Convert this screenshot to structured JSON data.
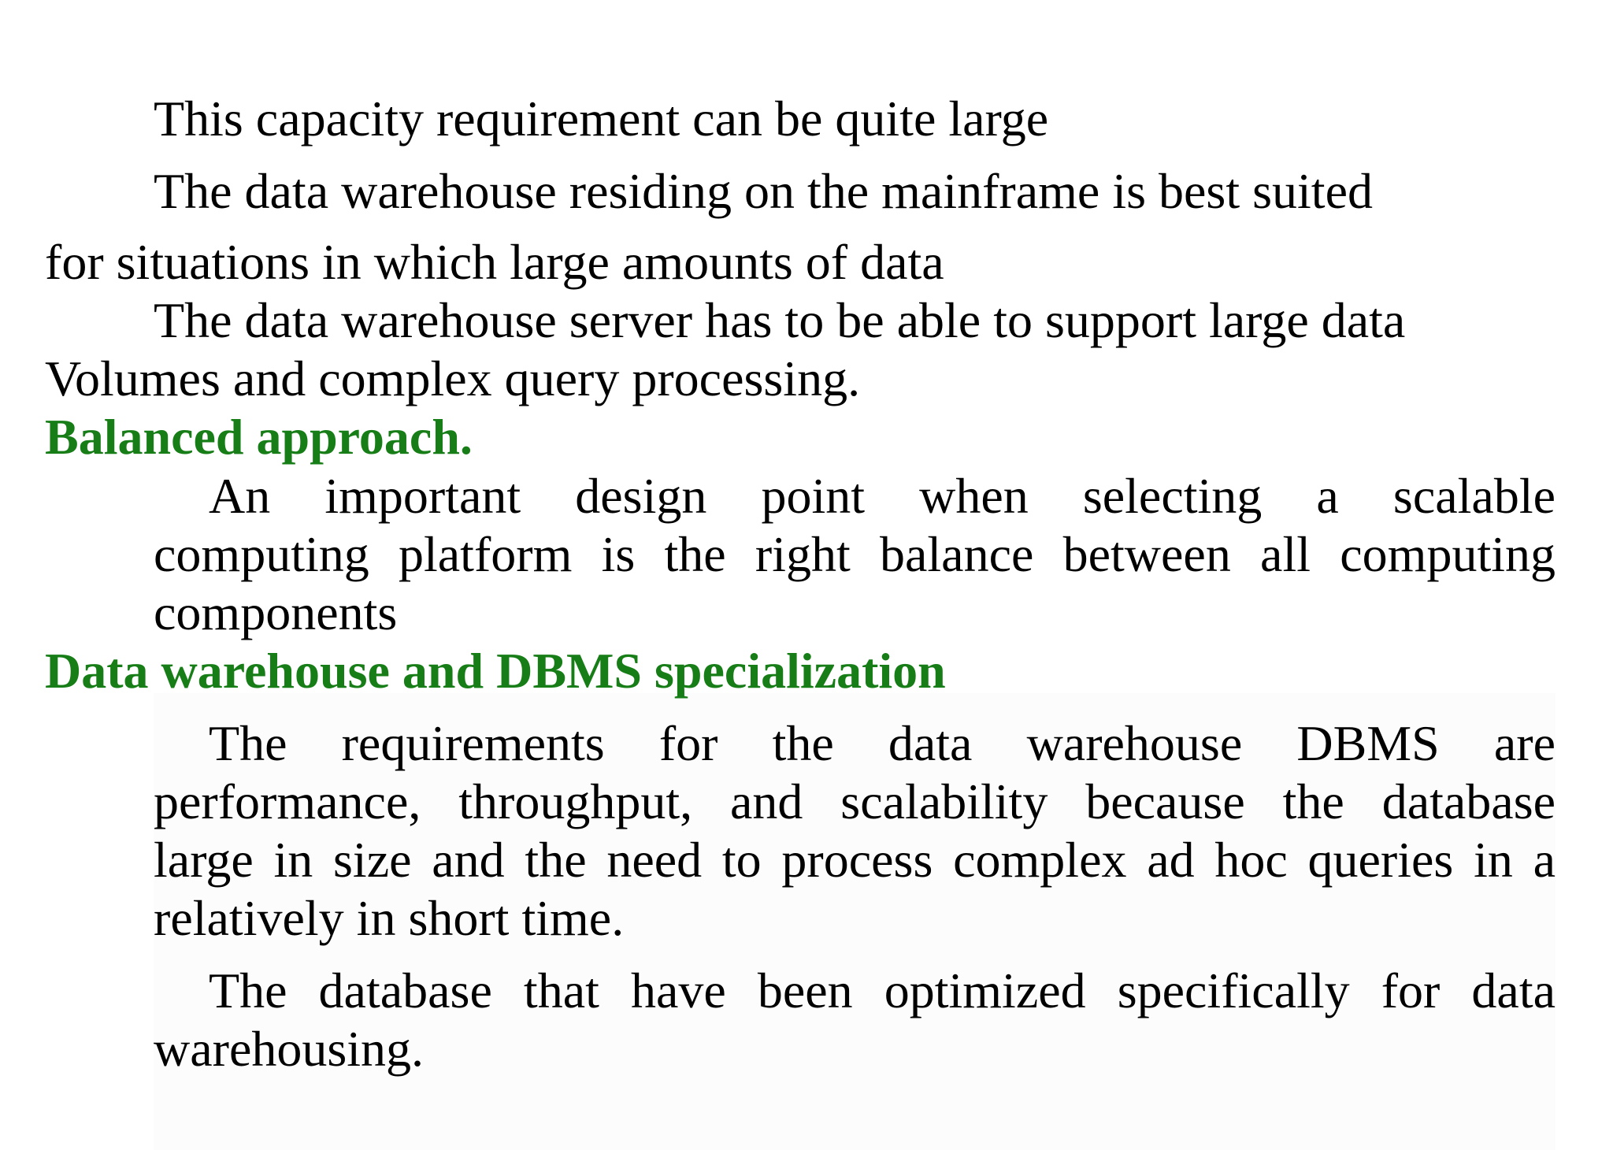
{
  "document": {
    "lines": [
      "This capacity requirement can be quite large",
      "The data warehouse residing on the mainframe is best suited",
      "for situations in which large amounts of data",
      "The data warehouse server has to be able to support large data",
      "Volumes and complex query processing."
    ],
    "heading1": "Balanced approach.",
    "para1": [
      "An important design point when selecting a scalable",
      "computing platform is the right balance between all computing",
      "components"
    ],
    "heading2": "Data warehouse and DBMS specialization",
    "para2": [
      "The requirements for the data warehouse DBMS are",
      "performance, throughput, and scalability because the database",
      "large in size and the need to process complex ad hoc queries in a",
      "relatively in short time."
    ],
    "para3": [
      "The database that have been optimized specifically for data",
      "warehousing."
    ]
  }
}
